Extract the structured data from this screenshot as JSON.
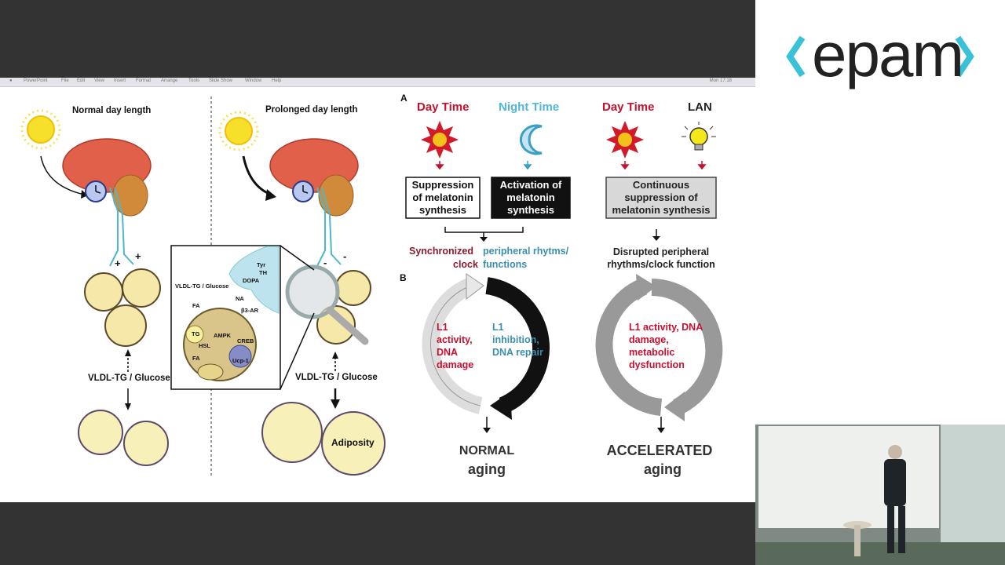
{
  "menubar": {
    "items": [
      "PowerPoint",
      "File",
      "Edit",
      "View",
      "Insert",
      "Format",
      "Arrange",
      "Tools",
      "Slide Show",
      "Window",
      "Help"
    ],
    "clock": "Mon 17:18"
  },
  "logo": {
    "text": "epam",
    "accent_color": "#39c2d7",
    "text_color": "#222222"
  },
  "left_figure": {
    "normal_title": "Normal day length",
    "prolonged_title": "Prolonged day length",
    "normal_nutrients": "VLDL-TG / Glucose",
    "prolonged_nutrients": "VLDL-TG / Glucose",
    "adiposity": "Adiposity",
    "plus_sign": "+",
    "minus_sign": "-",
    "inset": {
      "nutrients": "VLDL-TG / Glucose",
      "tyr": "Tyr",
      "th": "TH",
      "dopa": "DOPA",
      "na": "NA",
      "beta3": "β3-AR",
      "fa_top": "FA",
      "fa_bottom": "FA",
      "tg": "TG",
      "hsl": "HSL",
      "ampk": "AMPK",
      "creb": "CREB",
      "ucp1": "Ucp-1"
    }
  },
  "panel_a": {
    "letter": "A",
    "day_time_1": "Day Time",
    "night_time": "Night Time",
    "day_time_2": "Day Time",
    "lan": "LAN",
    "box_suppression": "Suppression of melatonin synthesis",
    "box_activation": "Activation of melatonin synthesis",
    "box_continuous": "Continuous suppression of melatonin synthesis",
    "synced_red_1": "Synchronized",
    "synced_blue_1": "peripheral rhytms/",
    "synced_red_2": "clock",
    "synced_blue_2": "functions",
    "disrupted": "Disrupted peripheral rhythms/clock function"
  },
  "panel_b": {
    "letter": "B",
    "normal_red": "L1 activity, DNA damage",
    "normal_blue": "L1 inhibition, DNA repair",
    "accel_red": "L1 activity, DNA damage, metabolic dysfunction",
    "normal_outcome_1": "NORMAL",
    "normal_outcome_2": "aging",
    "accel_outcome_1": "ACCELERATED",
    "accel_outcome_2": "aging"
  },
  "colors": {
    "red": "#c8102e",
    "blue": "#3a9fc8",
    "teal": "#4fb8c8",
    "dark_red": "#8b1a2b"
  }
}
